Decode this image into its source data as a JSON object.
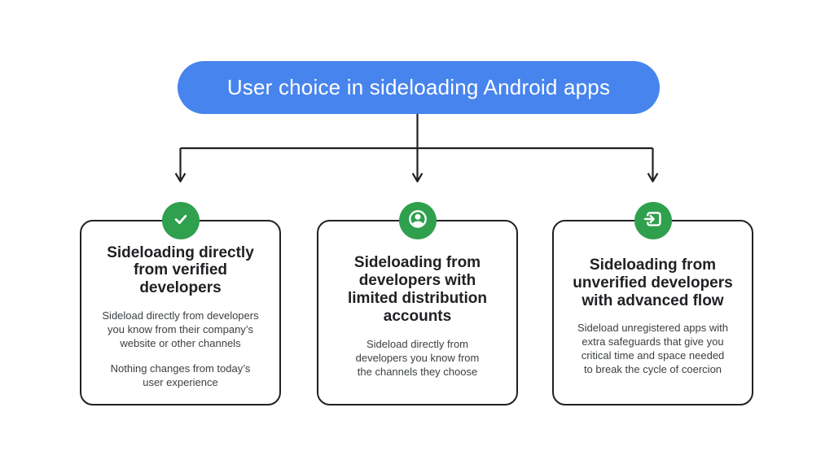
{
  "colors": {
    "pill_blue": "#4884EE",
    "icon_green": "#2FA04D",
    "line_dark": "#212121",
    "heading_dark": "#202124",
    "body_gray": "#3C4043"
  },
  "title": {
    "label": "User choice in sideloading Android apps"
  },
  "cards": [
    {
      "icon": "check-icon",
      "heading": "Sideloading directly\nfrom verified\ndevelopers",
      "paragraphs": [
        "Sideload directly from developers\nyou know from their company’s\nwebsite or other channels",
        "Nothing changes from today’s\nuser experience"
      ]
    },
    {
      "icon": "account-circle-icon",
      "heading": "Sideloading from\ndevelopers with\nlimited distribution\naccounts",
      "paragraphs": [
        "Sideload directly from\ndevelopers you know from\nthe channels they choose"
      ]
    },
    {
      "icon": "enter-app-icon",
      "heading": "Sideloading from\nunverified developers\nwith advanced flow",
      "paragraphs": [
        "Sideload unregistered apps with\nextra safeguards that give you\ncritical time and space needed\nto break the cycle of coercion"
      ]
    }
  ]
}
